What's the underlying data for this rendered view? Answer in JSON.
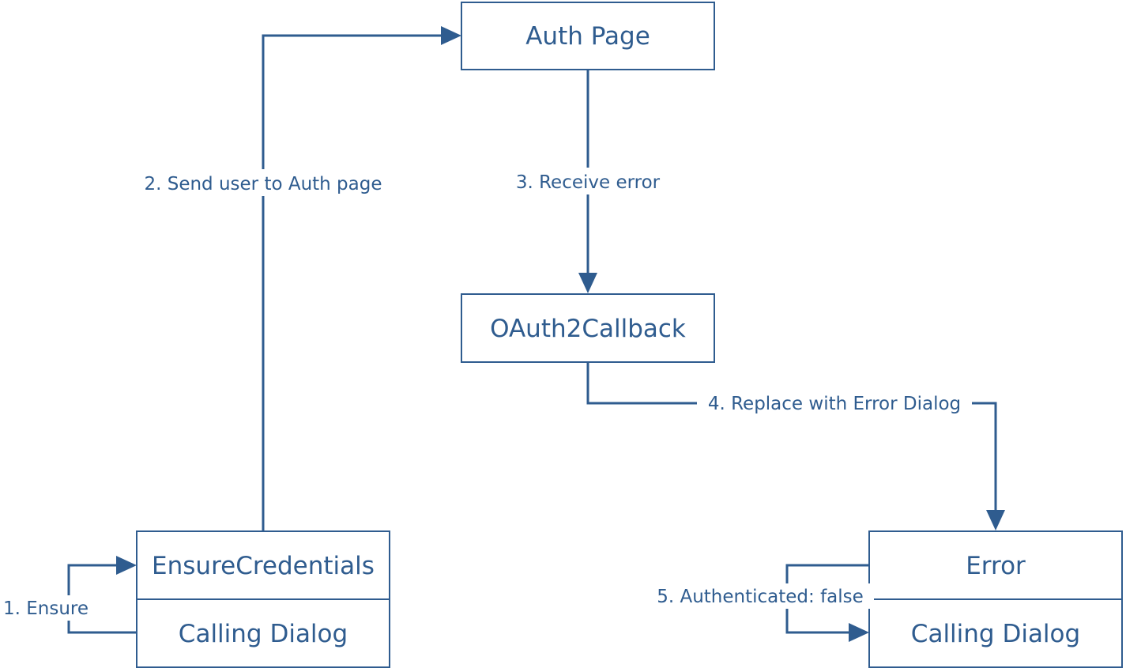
{
  "nodes": {
    "auth_page": "Auth Page",
    "oauth2_callback": "OAuth2Callback",
    "ensure_credentials": "EnsureCredentials",
    "calling_dialog_left": "Calling Dialog",
    "error": "Error",
    "calling_dialog_right": "Calling Dialog"
  },
  "edges": {
    "ensure": "1. Ensure",
    "send_user": "2. Send user to Auth page",
    "receive_error": "3. Receive error",
    "replace_error": "4. Replace with Error Dialog",
    "authenticated_false": "5. Authenticated: false"
  },
  "colors": {
    "stroke": "#2f5c8f",
    "background": "#ffffff"
  }
}
